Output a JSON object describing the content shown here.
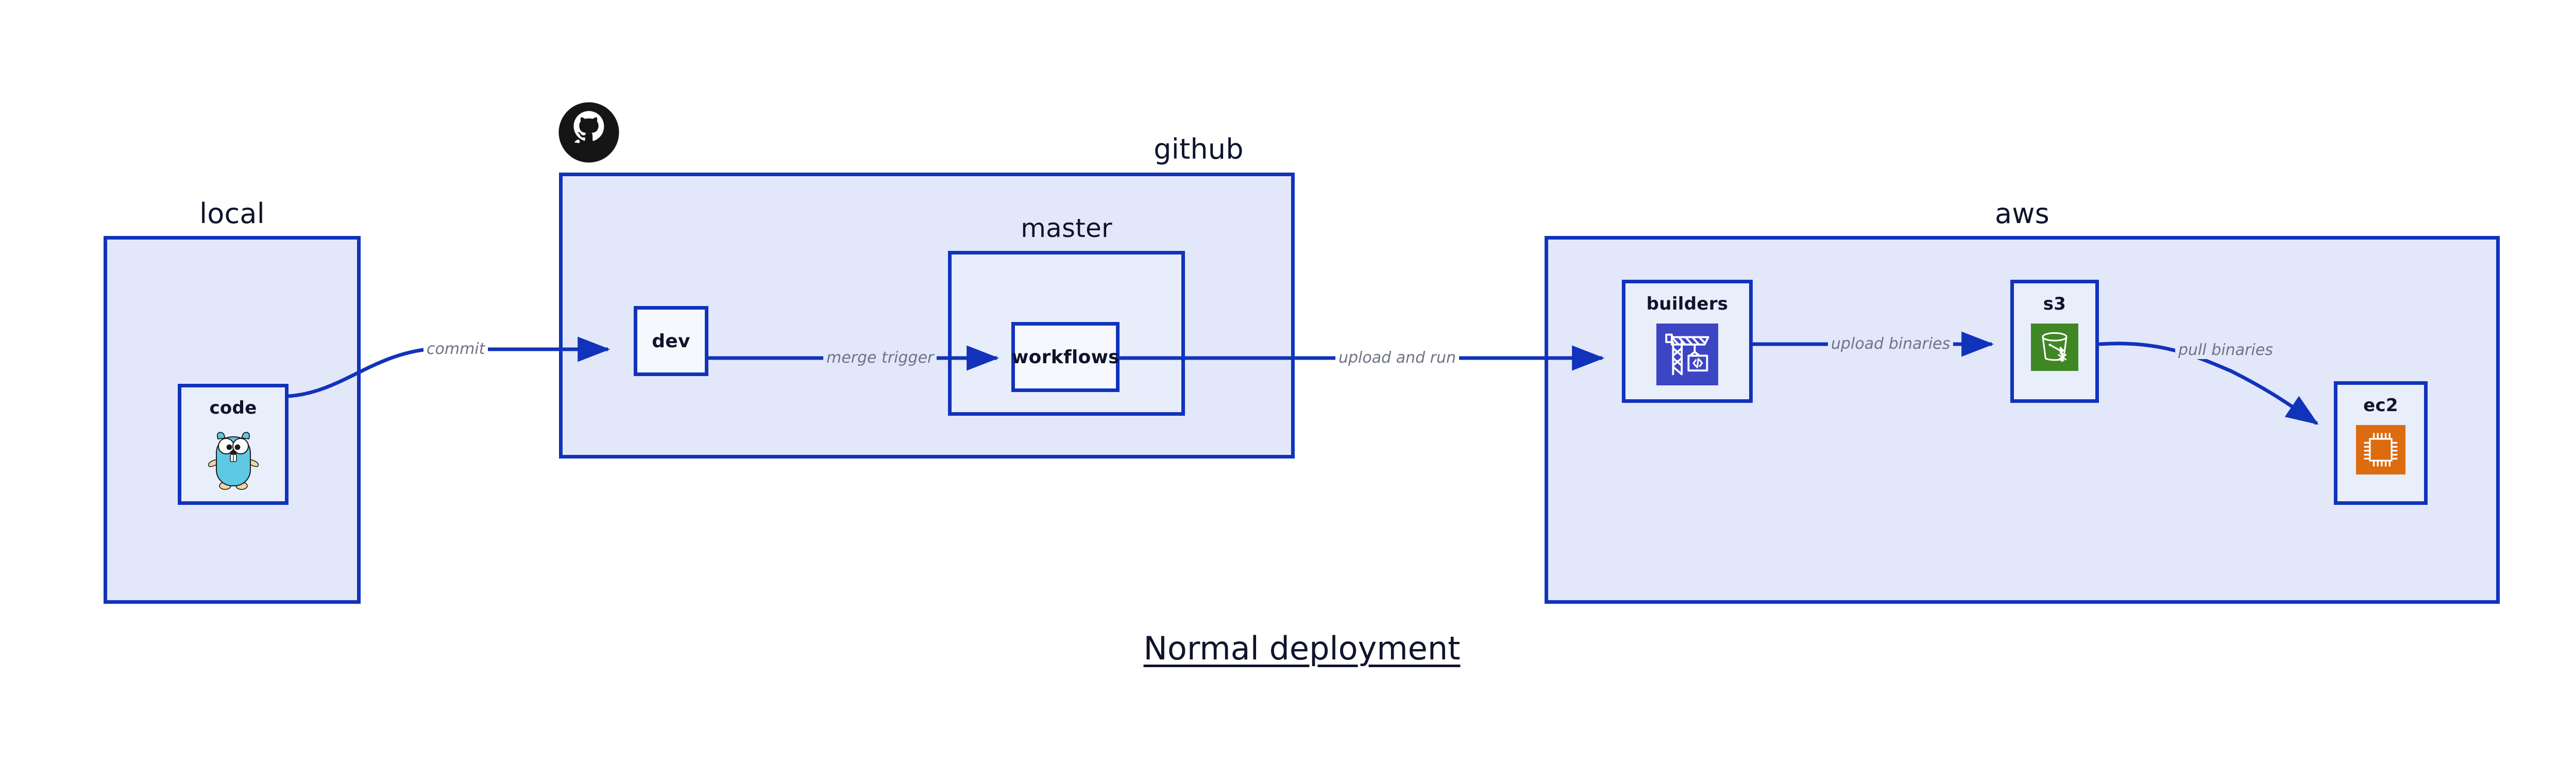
{
  "title": "Normal deployment",
  "palette": {
    "group_border": "#1133bb",
    "group_fill": "#e2e7fa",
    "node_fill": "#e9eefb",
    "node_plain_fill": "#f6f8fe",
    "edge_stroke": "#1133bb",
    "edge_label_color": "#6f7386",
    "text_color": "#10132b",
    "codebuild_blue": "#3c45c4",
    "s3_green": "#3f8624",
    "ec2_orange": "#dd6b10",
    "go_gopher_cyan": "#5dc9e2",
    "github_black": "#151515"
  },
  "groups": [
    {
      "id": "local",
      "label": "local"
    },
    {
      "id": "github",
      "label": "github"
    },
    {
      "id": "master",
      "label": "master"
    },
    {
      "id": "aws",
      "label": "aws"
    }
  ],
  "nodes": [
    {
      "id": "code",
      "label": "code",
      "icon": "go-gopher-icon"
    },
    {
      "id": "dev",
      "label": "dev",
      "icon": null
    },
    {
      "id": "workflows",
      "label": "workflows",
      "icon": null
    },
    {
      "id": "builders",
      "label": "builders",
      "icon": "aws-codebuild-icon"
    },
    {
      "id": "s3",
      "label": "s3",
      "icon": "aws-s3-bucket-icon"
    },
    {
      "id": "ec2",
      "label": "ec2",
      "icon": "aws-ec2-chip-icon"
    }
  ],
  "edges": [
    {
      "id": "commit",
      "label": "commit",
      "from": "code",
      "to": "dev"
    },
    {
      "id": "merge-trigger",
      "label": "merge trigger",
      "from": "dev",
      "to": "workflows"
    },
    {
      "id": "upload-and-run",
      "label": "upload and run",
      "from": "workflows",
      "to": "builders"
    },
    {
      "id": "upload-binaries",
      "label": "upload binaries",
      "from": "builders",
      "to": "s3"
    },
    {
      "id": "pull-binaries",
      "label": "pull binaries",
      "from": "s3",
      "to": "ec2"
    }
  ],
  "logos": [
    {
      "id": "github-logo",
      "name": "github-octocat-logo"
    }
  ]
}
